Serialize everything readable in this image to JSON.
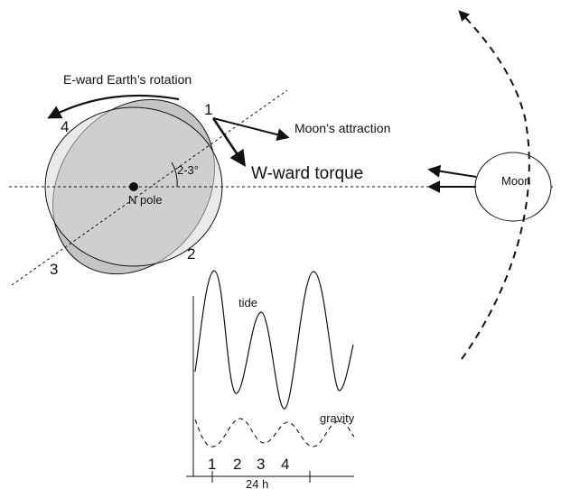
{
  "labels": {
    "rotation": "E-ward Earth’s rotation",
    "attraction": "Moon’s attraction",
    "torque": "W-ward torque",
    "angle": "2-3°",
    "pole": "N pole",
    "moon": "Moon",
    "tide": "tide",
    "gravity": "gravity",
    "duration": "24 h"
  },
  "bulge_points": [
    "1",
    "2",
    "3",
    "4"
  ],
  "time_markers": [
    "1",
    "2",
    "3",
    "4"
  ],
  "colors": {
    "bulge_fill": "#c4c4c4",
    "earth_fill": "#d8d8d8",
    "stroke": "#111111",
    "background": "#ffffff"
  }
}
